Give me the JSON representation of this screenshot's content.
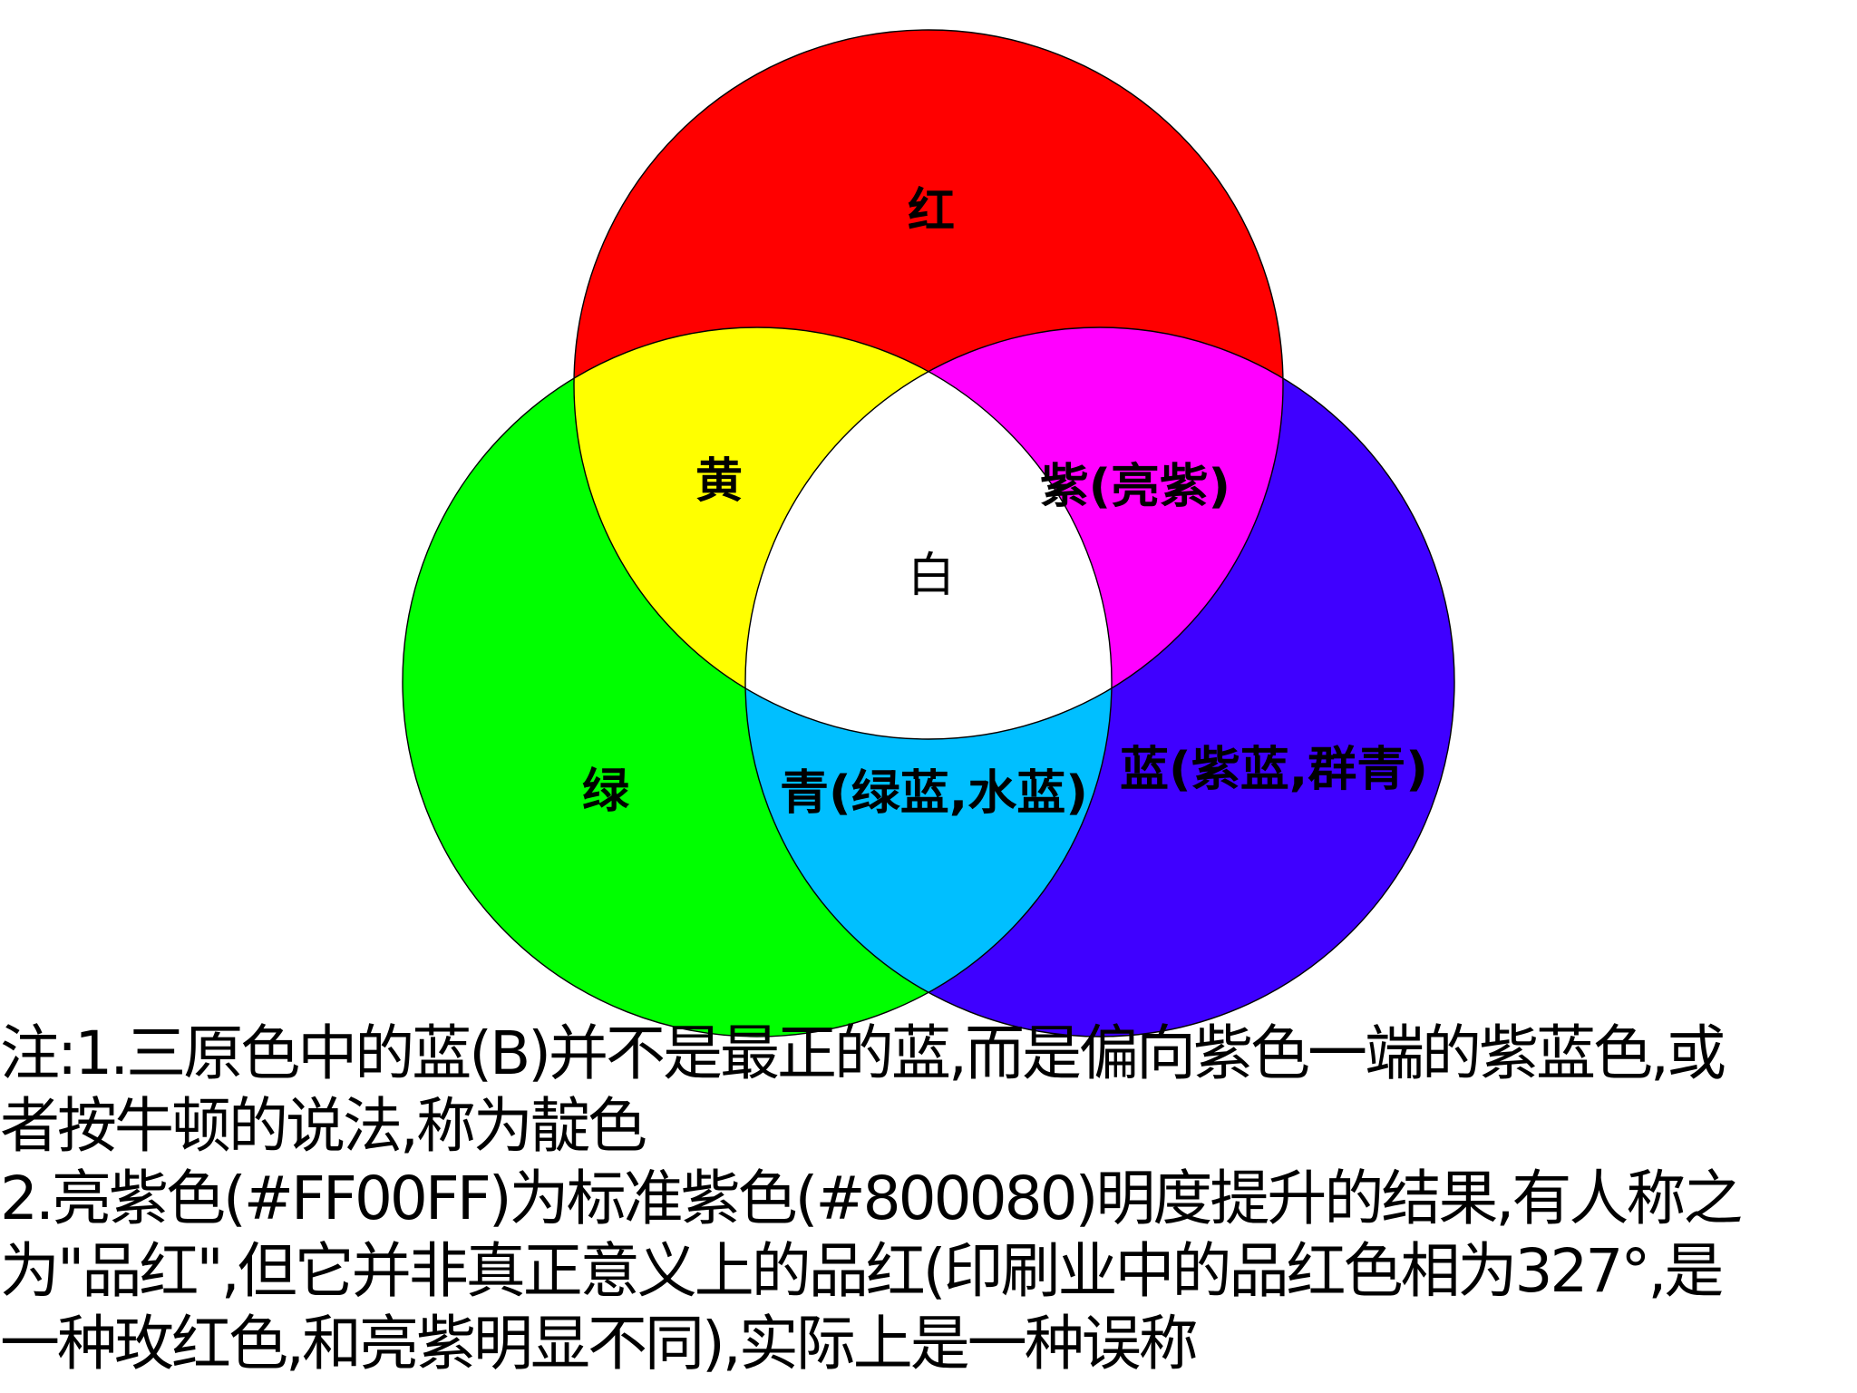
{
  "diagram": {
    "type": "additive-color-venn",
    "colors": {
      "red": "#FF0000",
      "green": "#00FF00",
      "blue": "#3F00FF",
      "yellow": "#FFFF00",
      "magenta": "#FF00FF",
      "cyan": "#00BFFF",
      "white": "#FFFFFF",
      "outline": "#000000"
    },
    "labels": {
      "red": "红",
      "yellow": "黄",
      "magenta": "紫(亮紫)",
      "white": "白",
      "green": "绿",
      "cyan": "青(绿蓝,水蓝)",
      "blue": "蓝(紫蓝,群青)"
    }
  },
  "notes": {
    "lines": [
      "注:1.三原色中的蓝(B)并不是最正的蓝,而是偏向紫色一端的紫蓝色,或",
      "者按牛顿的说法,称为靛色",
      "2.亮紫色(#FF00FF)为标准紫色(#800080)明度提升的结果,有人称之",
      "为\"品红\",但它并非真正意义上的品红(印刷业中的品红色相为327°,是",
      "一种玫红色,和亮紫明显不同),实际上是一种误称"
    ]
  }
}
